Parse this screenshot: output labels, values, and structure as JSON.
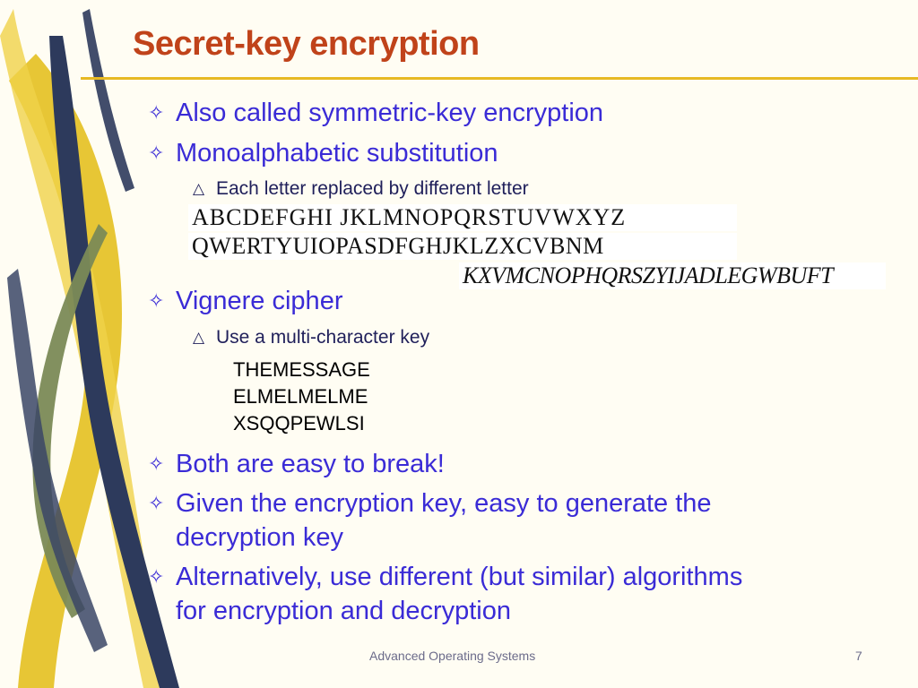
{
  "slide": {
    "title": "Secret-key encryption",
    "bullets": {
      "b1": "Also called symmetric-key encryption",
      "b2": "Monoalphabetic substitution",
      "b2_sub": "Each letter replaced by different letter",
      "b3": "Vignere cipher",
      "b3_sub": "Use a multi-character key",
      "b4": "Both are easy to break!",
      "b5_line1": "Given the encryption key, easy to generate the",
      "b5_line2": "decryption key",
      "b6_line1": "Alternatively, use different (but similar) algorithms",
      "b6_line2": "for encryption and decryption"
    },
    "substitution": {
      "alphabet": "ABCDEFGHI JKLMNOPQRSTUVWXYZ",
      "key_row": "QWERTYUIOPASDFGHJKLZXCVBNM",
      "inverse_row": "KXVMCNOPHQRSZYIJADLEGWBUFT"
    },
    "vigenere": {
      "plaintext": "THEMESSAGE",
      "key": "ELMELMELME",
      "ciphertext": "XSQQPEWLSI"
    },
    "footer": {
      "course": "Advanced Operating Systems",
      "page": "7"
    }
  },
  "colors": {
    "title": "#c0431a",
    "bullet_text": "#3a2bd6",
    "sub_text": "#1f1f5a",
    "rule": "#e7b923",
    "background": "#fffdf3"
  },
  "icons": {
    "level1_marker": "four-point-star-icon",
    "level2_marker": "triangle-icon"
  }
}
